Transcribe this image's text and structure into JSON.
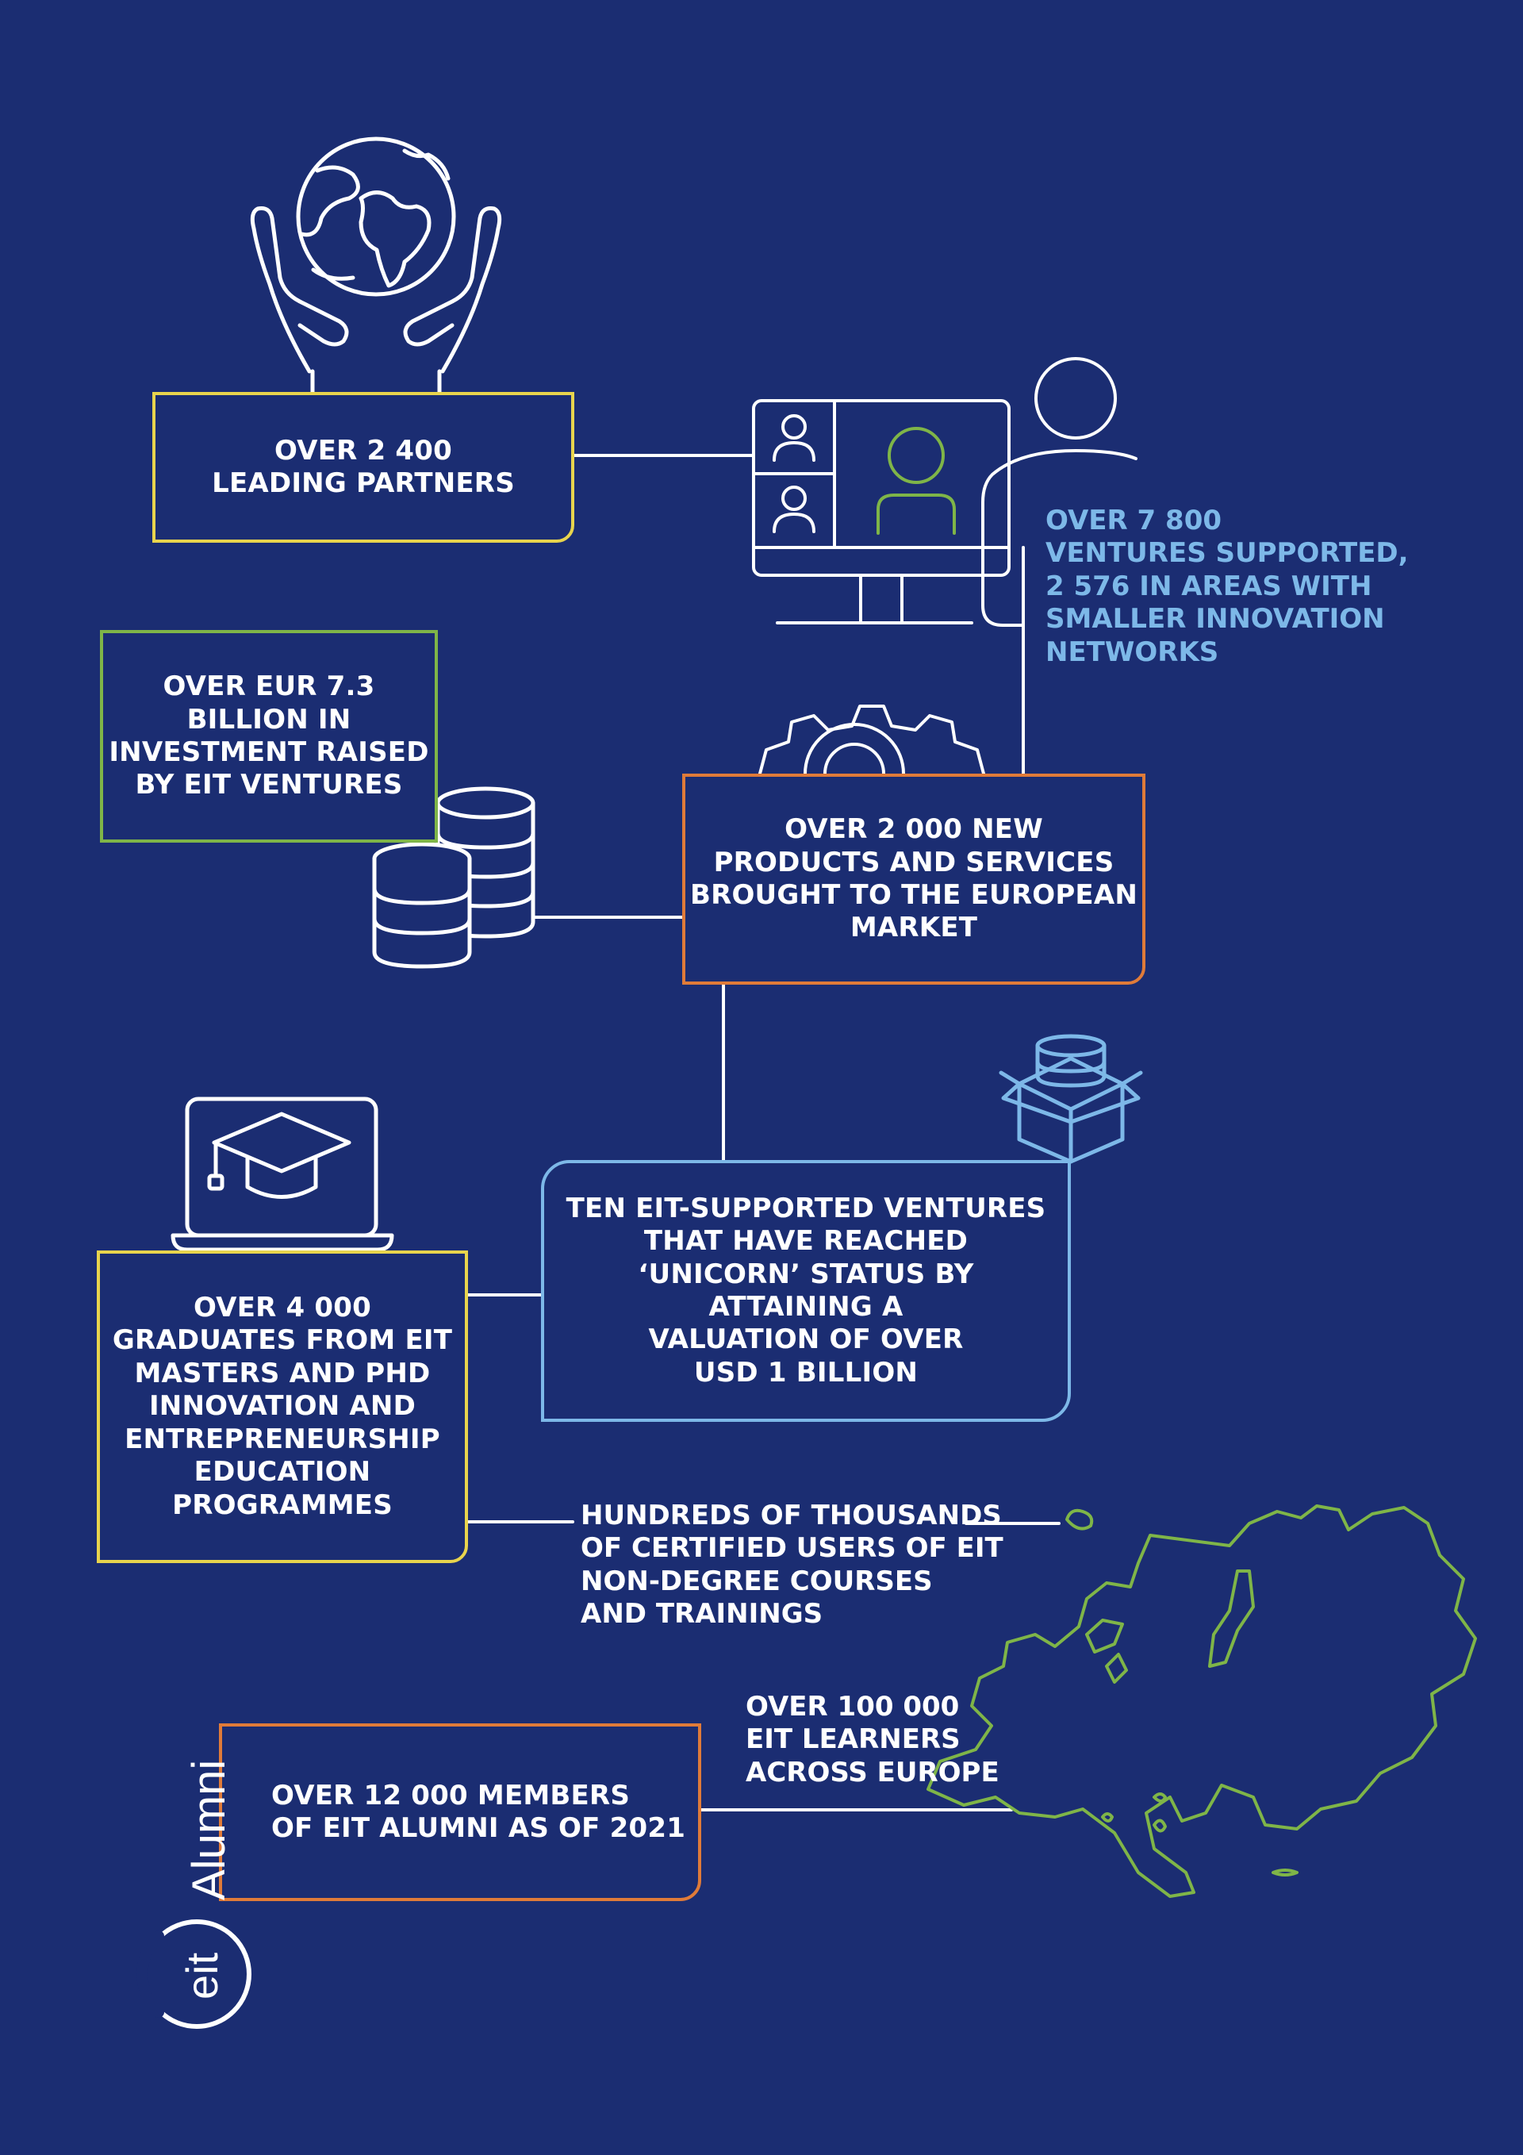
{
  "colors": {
    "background": "#1b2d72",
    "yellow": "#e8d44d",
    "green": "#7fb548",
    "orange": "#e07b39",
    "light_blue": "#7db8e8",
    "white": "#ffffff"
  },
  "stats": {
    "partners": "OVER 2 400\nLEADING PARTNERS",
    "ventures_supported": "OVER 7 800\nVENTURES SUPPORTED,\n2 576 IN AREAS WITH\nSMALLER INNOVATION\nNETWORKS",
    "investment": "OVER EUR 7.3\nBILLION IN\nINVESTMENT RAISED\nBY EIT VENTURES",
    "products": "OVER 2 000 NEW\nPRODUCTS AND SERVICES\nBROUGHT TO THE EUROPEAN\nMARKET",
    "unicorns": "TEN EIT-SUPPORTED VENTURES\nTHAT HAVE REACHED\n‘UNICORN’ STATUS BY\nATTAINING A\nVALUATION OF OVER\nUSD 1 BILLION",
    "graduates": "OVER 4 000\nGRADUATES FROM EIT\nMASTERS AND PHD\nINNOVATION AND\nENTREPRENEURSHIP\nEDUCATION\nPROGRAMMES",
    "certified_users": "HUNDREDS OF THOUSANDS\nOF CERTIFIED USERS OF EIT\nNON-DEGREE COURSES\nAND TRAININGS",
    "learners": "OVER 100 000\nEIT LEARNERS\nACROSS EUROPE",
    "alumni": "OVER 12 000 MEMBERS\nOF EIT ALUMNI AS OF 2021"
  },
  "logo": {
    "brand": "eit",
    "product": "Alumni"
  },
  "icons": [
    "globe-in-hands-icon",
    "video-call-monitor-icon",
    "person-icon",
    "gear-icon",
    "coin-stacks-icon",
    "open-box-icon",
    "graduation-laptop-icon",
    "europe-map-icon",
    "eit-logo-icon"
  ]
}
